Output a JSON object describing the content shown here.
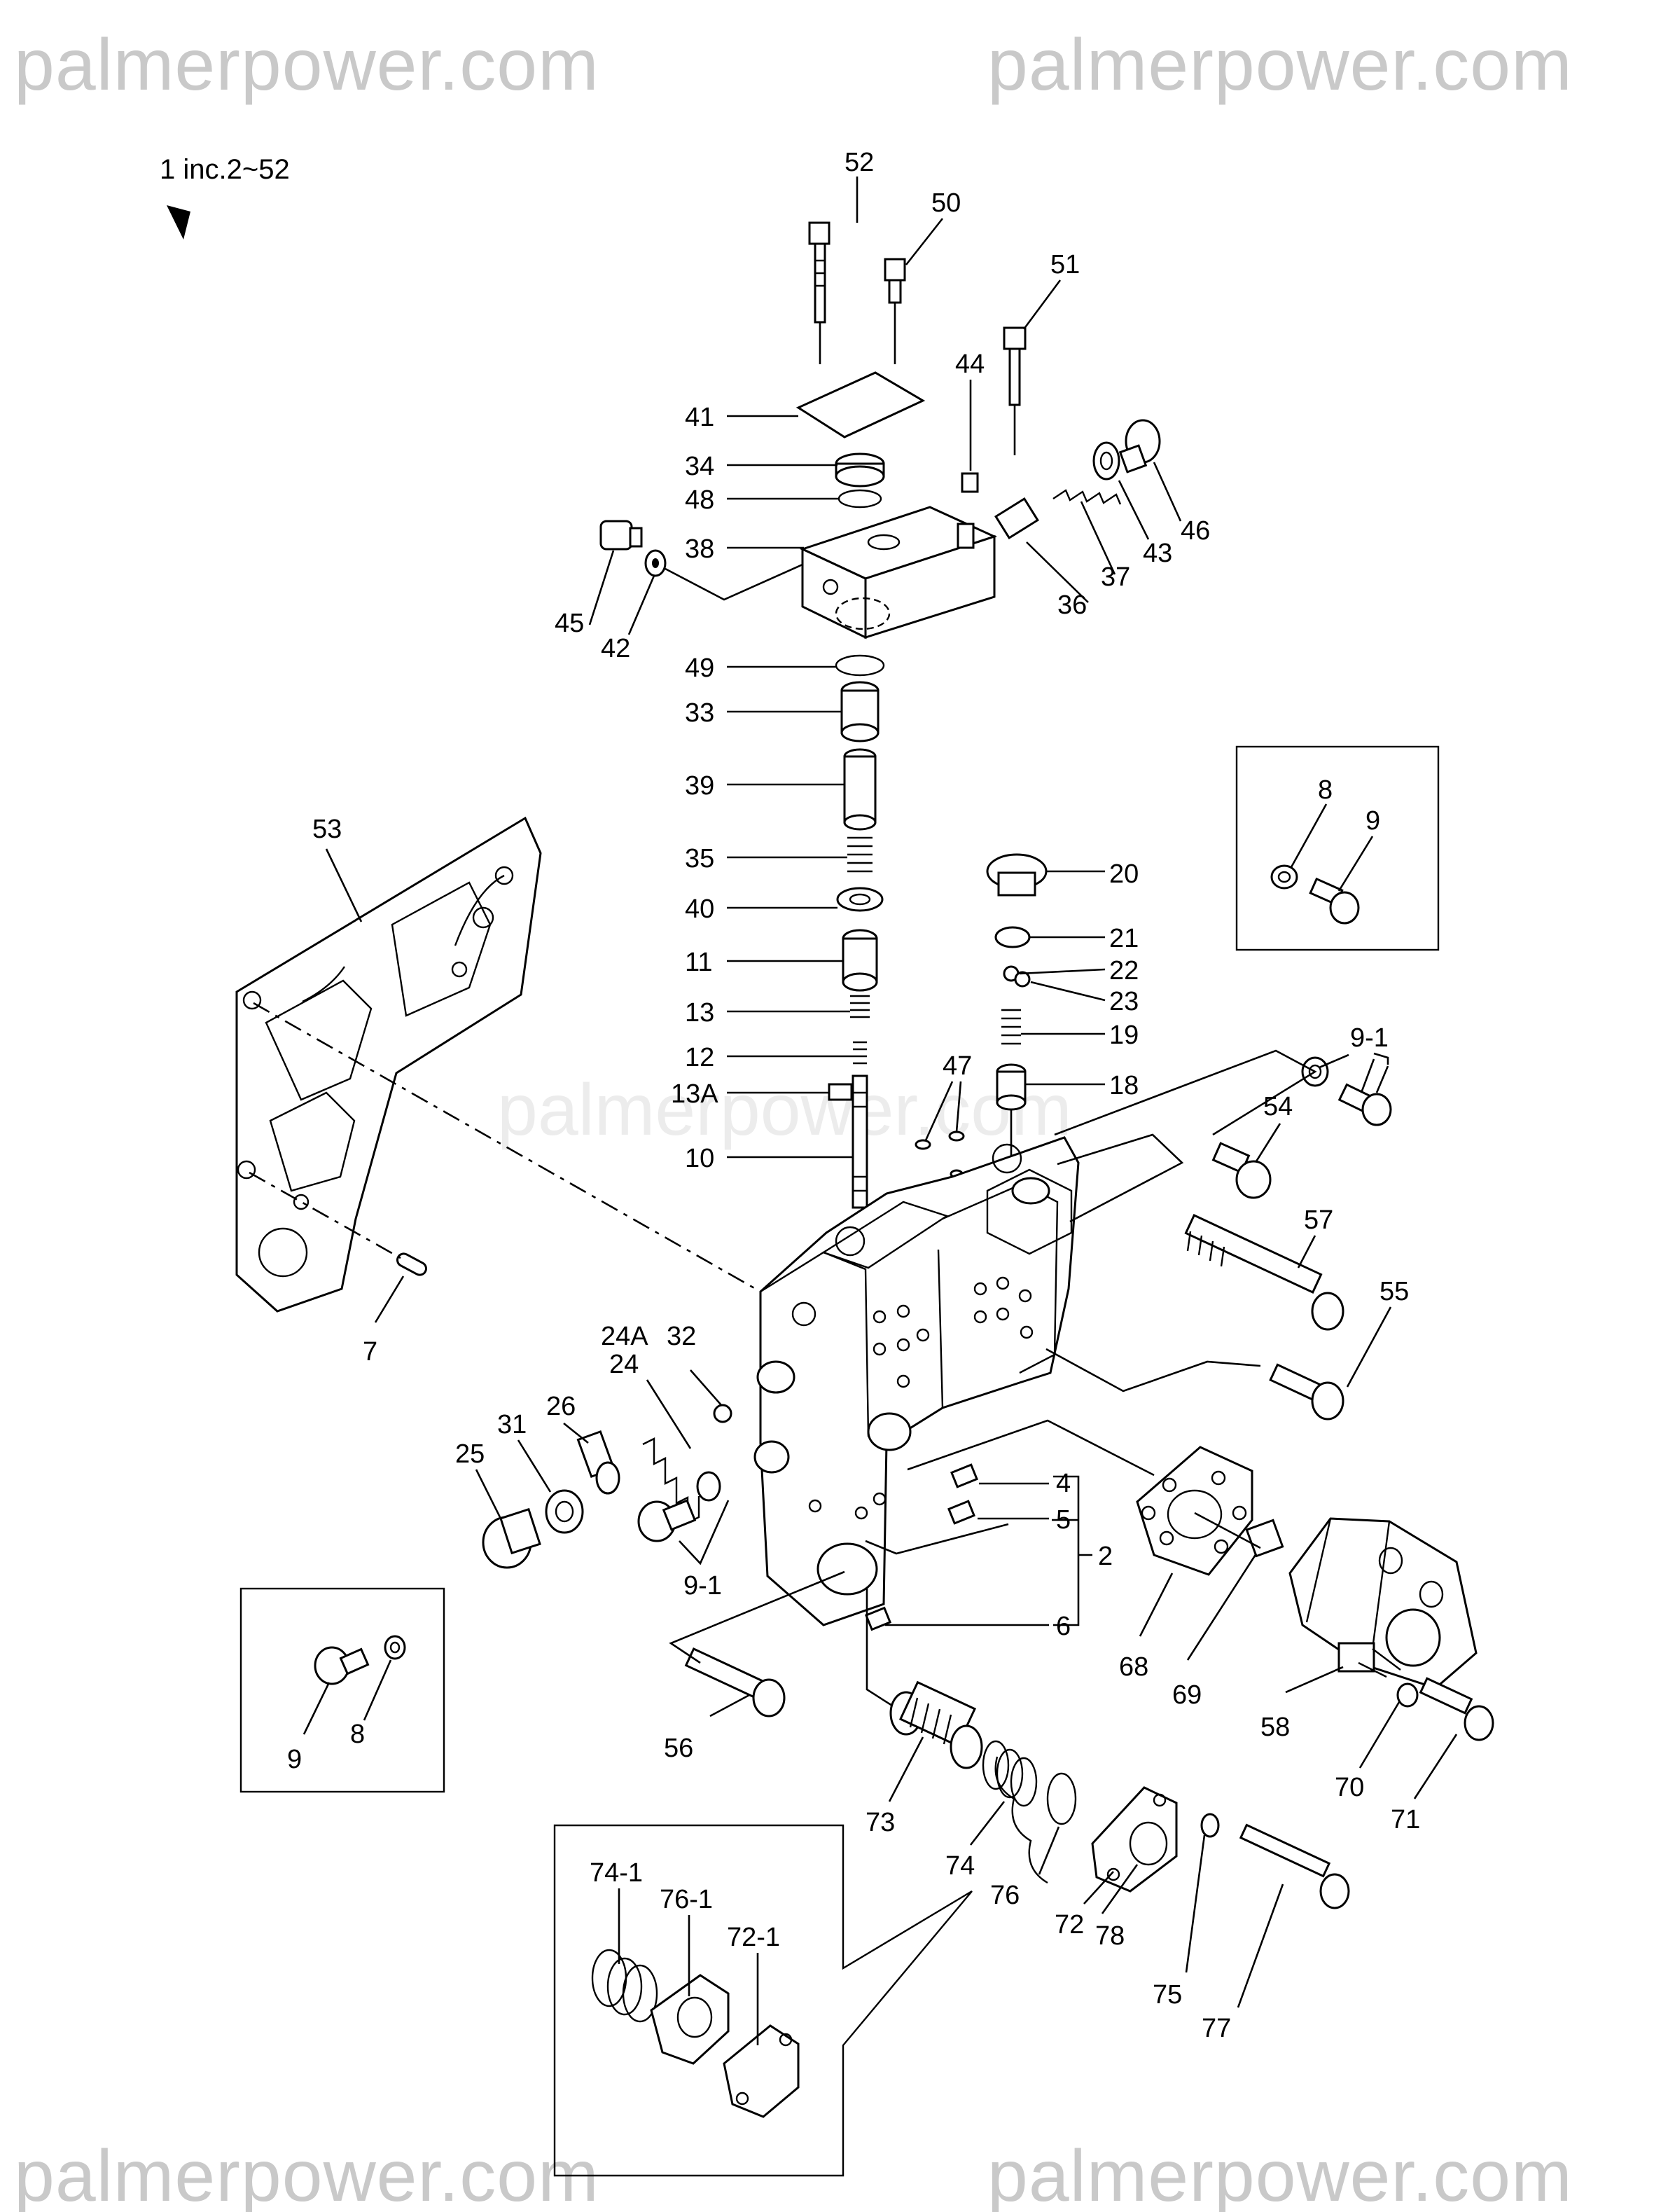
{
  "watermark": "palmerpower.com",
  "header": {
    "assembly_note": "1 inc.2~52"
  },
  "part_labels": [
    "52",
    "50",
    "51",
    "44",
    "41",
    "34",
    "48",
    "38",
    "45",
    "42",
    "46",
    "43",
    "37",
    "36",
    "49",
    "33",
    "39",
    "35",
    "40",
    "11",
    "13",
    "12",
    "13A",
    "10",
    "53",
    "7",
    "20",
    "21",
    "22",
    "23",
    "19",
    "18",
    "47",
    "9-1",
    "54",
    "57",
    "55",
    "24A",
    "24",
    "32",
    "26",
    "31",
    "25",
    "9-1",
    "4",
    "5",
    "2",
    "6",
    "56",
    "68",
    "69",
    "58",
    "70",
    "71",
    "73",
    "74",
    "76",
    "72",
    "78",
    "75",
    "77"
  ],
  "inset_top": {
    "labels": [
      "8",
      "9"
    ]
  },
  "inset_left": {
    "labels": [
      "9",
      "8"
    ]
  },
  "inset_bottom": {
    "labels": [
      "74-1",
      "76-1",
      "72-1"
    ]
  }
}
